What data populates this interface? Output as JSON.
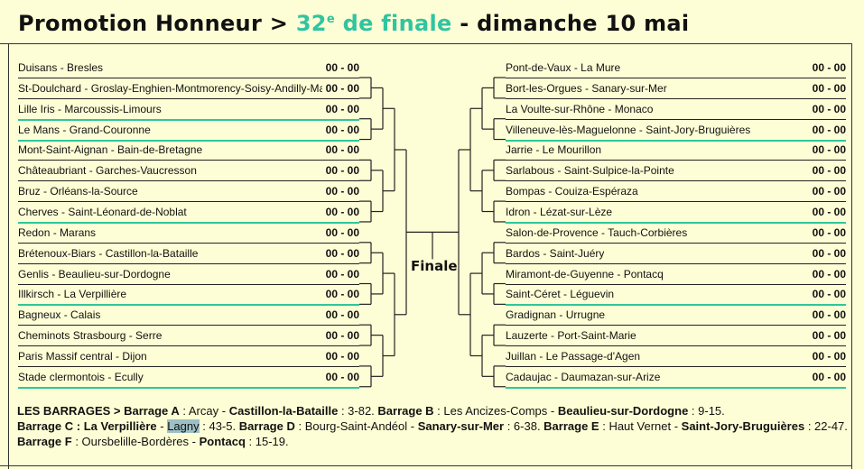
{
  "header": {
    "prefix": "Promotion Honneur > ",
    "round_num": "32",
    "round_sup": "e",
    "round_text": " de finale",
    "suffix": " - dimanche 10 mai"
  },
  "finale_label": "Finale",
  "left_matches": [
    {
      "teams": "Duisans - Bresles",
      "score": "00 - 00"
    },
    {
      "teams": "St-Doulchard - Groslay-Enghien-Montmorency-Soisy-Andilly-Margency",
      "score": "00 - 00"
    },
    {
      "teams": "Lille Iris - Marcoussis-Limours",
      "score": "00 - 00"
    },
    {
      "teams": "Le Mans - Grand-Couronne",
      "score": "00 - 00"
    },
    {
      "teams": "Mont-Saint-Aignan - Bain-de-Bretagne",
      "score": "00 - 00"
    },
    {
      "teams": "Châteaubriant - Garches-Vaucresson",
      "score": "00 - 00"
    },
    {
      "teams": "Bruz - Orléans-la-Source",
      "score": "00 - 00"
    },
    {
      "teams": "Cherves - Saint-Léonard-de-Noblat",
      "score": "00 - 00"
    },
    {
      "teams": "Redon - Marans",
      "score": "00 - 00"
    },
    {
      "teams": "Brétenoux-Biars - Castillon-la-Bataille",
      "score": "00 - 00"
    },
    {
      "teams": "Genlis - Beaulieu-sur-Dordogne",
      "score": "00 - 00"
    },
    {
      "teams": "Illkirsch - La Verpillière",
      "score": "00 - 00"
    },
    {
      "teams": "Bagneux - Calais",
      "score": "00 - 00"
    },
    {
      "teams": "Cheminots Strasbourg - Serre",
      "score": "00 - 00"
    },
    {
      "teams": "Paris Massif central - Dijon",
      "score": "00 - 00"
    },
    {
      "teams": "Stade clermontois - Ecully",
      "score": "00 - 00"
    }
  ],
  "right_matches": [
    {
      "teams": "Pont-de-Vaux - La Mure",
      "score": "00 - 00"
    },
    {
      "teams": "Bort-les-Orgues - Sanary-sur-Mer",
      "score": "00 - 00"
    },
    {
      "teams": "La Voulte-sur-Rhône - Monaco",
      "score": "00 - 00"
    },
    {
      "teams": "Villeneuve-lès-Maguelonne - Saint-Jory-Bruguières",
      "score": "00 - 00"
    },
    {
      "teams": "Jarrie - Le Mourillon",
      "score": "00 - 00"
    },
    {
      "teams": "Sarlabous - Saint-Sulpice-la-Pointe",
      "score": "00 - 00"
    },
    {
      "teams": "Bompas - Couiza-Espéraza",
      "score": "00 - 00"
    },
    {
      "teams": "Idron - Lézat-sur-Lèze",
      "score": "00 - 00"
    },
    {
      "teams": "Salon-de-Provence - Tauch-Corbières",
      "score": "00 - 00"
    },
    {
      "teams": "Bardos - Saint-Juéry",
      "score": "00 - 00"
    },
    {
      "teams": "Miramont-de-Guyenne - Pontacq",
      "score": "00 - 00"
    },
    {
      "teams": "Saint-Céret - Léguevin",
      "score": "00 - 00"
    },
    {
      "teams": "Gradignan - Urrugne",
      "score": "00 - 00"
    },
    {
      "teams": "Lauzerte - Port-Saint-Marie",
      "score": "00 - 00"
    },
    {
      "teams": "Juillan - Le Passage-d'Agen",
      "score": "00 - 00"
    },
    {
      "teams": "Cadaujac - Daumazan-sur-Arize",
      "score": "00 - 00"
    }
  ],
  "barrages": {
    "heading": "LES BARRAGES > ",
    "a_label": "Barrage A",
    "a_sep": " : ",
    "a_t1": "Arcay",
    "a_t2": "Castillon-la-Bataille",
    "a_score": " : 3-82. ",
    "b_label": "Barrage B",
    "b_sep": " : ",
    "b_t1": "Les Ancizes-Comps",
    "b_t2": "Beaulieu-sur-Dordogne",
    "b_score": " : 9-15.",
    "c_label": "Barrage C : ",
    "c_t1": "La Verpillière",
    "c_t2": "Lagny",
    "c_score": " : 43-5. ",
    "d_label": "Barrage D",
    "d_sep": " : ",
    "d_t1": "Bourg-Saint-Andéol",
    "d_t2": "Sanary-sur-Mer",
    "d_score": " : 6-38. ",
    "e_label": "Barrage E",
    "e_sep": " : ",
    "e_t1": "Haut Vernet",
    "e_t2": "Saint-Jory-Bruguières",
    "e_score": " : 22-47.",
    "f_label": "Barrage F",
    "f_sep": " : ",
    "f_t1": "Oursbelille-Bordères",
    "f_t2": "Pontacq",
    "f_score": " : 15-19.",
    "dash": " - "
  },
  "colors": {
    "background": "#fefed6",
    "accent": "#31c4a0",
    "underline_green": "#2ec79a",
    "highlight": "#9ec0c4"
  }
}
